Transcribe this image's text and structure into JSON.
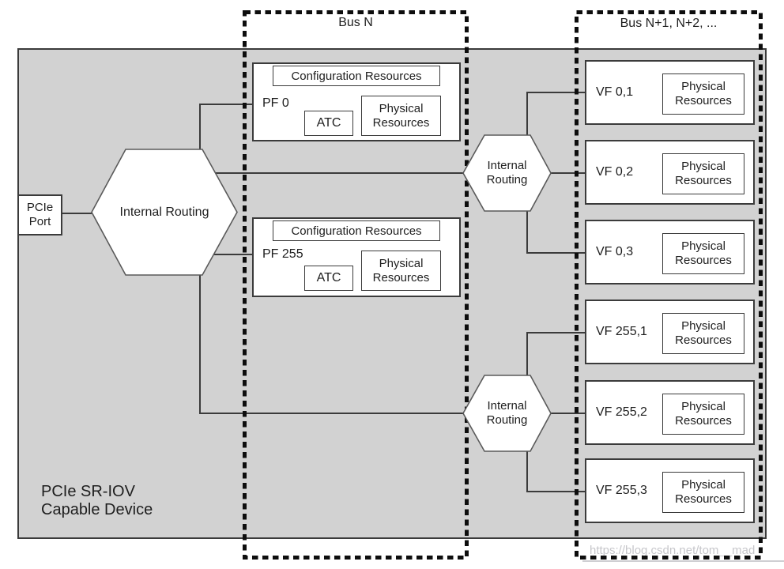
{
  "device": {
    "label_line1": "PCIe SR-IOV",
    "label_line2": "Capable Device"
  },
  "pcie_port": {
    "label_line1": "PCIe",
    "label_line2": "Port"
  },
  "routing": {
    "main_label": "Internal Routing",
    "upper_label_line1": "Internal",
    "upper_label_line2": "Routing",
    "lower_label_line1": "Internal",
    "lower_label_line2": "Routing"
  },
  "bus_n": {
    "label": "Bus N",
    "functions": [
      {
        "name": "PF 0",
        "config_label": "Configuration Resources",
        "atc_label": "ATC",
        "physical_label_line1": "Physical",
        "physical_label_line2": "Resources"
      },
      {
        "name": "PF 255",
        "config_label": "Configuration Resources",
        "atc_label": "ATC",
        "physical_label_line1": "Physical",
        "physical_label_line2": "Resources"
      }
    ]
  },
  "bus_n_plus": {
    "label": "Bus N+1, N+2, ...",
    "functions": [
      {
        "name": "VF 0,1",
        "physical_label_line1": "Physical",
        "physical_label_line2": "Resources"
      },
      {
        "name": "VF 0,2",
        "physical_label_line1": "Physical",
        "physical_label_line2": "Resources"
      },
      {
        "name": "VF 0,3",
        "physical_label_line1": "Physical",
        "physical_label_line2": "Resources"
      },
      {
        "name": "VF 255,1",
        "physical_label_line1": "Physical",
        "physical_label_line2": "Resources"
      },
      {
        "name": "VF 255,2",
        "physical_label_line1": "Physical",
        "physical_label_line2": "Resources"
      },
      {
        "name": "VF 255,3",
        "physical_label_line1": "Physical",
        "physical_label_line2": "Resources"
      }
    ]
  },
  "watermark": {
    "text": "https://blog.csdn.net/tom__mad"
  },
  "colors": {
    "device_fill": "#d2d2d2",
    "line": "#3b3b3b",
    "dash": "#0d0d0d",
    "text": "#1e1e1e",
    "watermark": "#c7c7cb"
  }
}
